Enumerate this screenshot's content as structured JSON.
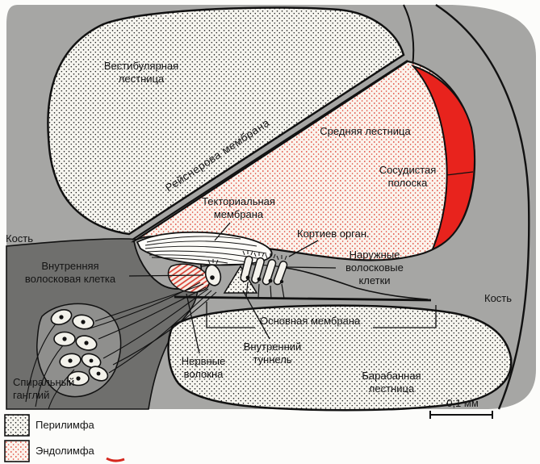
{
  "colors": {
    "bone_gray": "#a6a6a4",
    "dark_gray": "#6f6f6d",
    "ganglion_gray": "#8f8f8d",
    "stipple_ink": "#1b1b1b",
    "endolymph_dot_red": "#dd3a2c",
    "stria_red": "#e8231d",
    "outline_black": "#111111",
    "paper_white": "#fcfcfa"
  },
  "labels": {
    "scala_vestibuli": "Вестибулярная лестница",
    "reissner_membrane": "Рейснерова мембрана",
    "scala_media": "Средняя лестница",
    "stria_vascularis": "Сосудистая полоска",
    "tectorial_membrane": "Текториальная мембрана",
    "organ_of_corti": "Кортиев орган.",
    "bone_left": "Кость",
    "bone_right": "Кость",
    "inner_hair_cell": "Внутренняя волосковая клетка",
    "outer_hair_cells": "Наружные волосковые клетки",
    "basilar_membrane": "Основная мембрана",
    "nerve_fibers": "Нервные волокна",
    "inner_tunnel": "Внутренний туннель",
    "spiral_ganglion": "Спиральный ганглий",
    "scala_tympani": "Барабанная лестница",
    "scale_bar": "0,1 мм"
  },
  "legend": {
    "perilymph": "Перилимфа",
    "endolymph": "Эндолимфа"
  }
}
